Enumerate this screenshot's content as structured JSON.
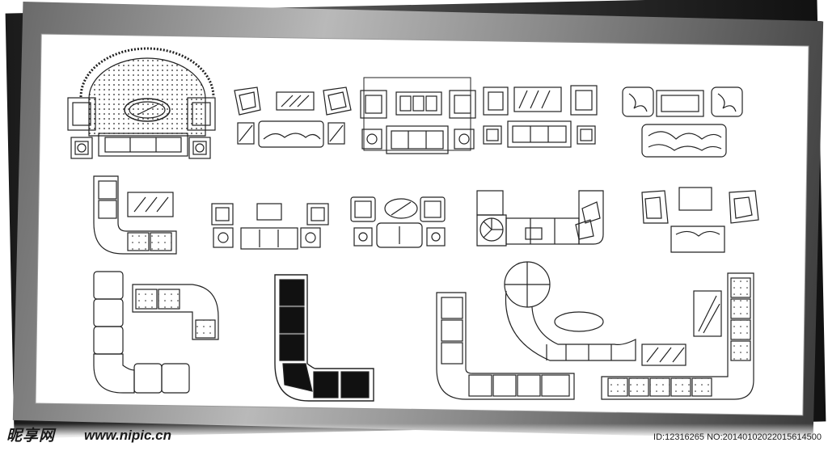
{
  "watermark": {
    "brand": "昵享网",
    "url": "www.nipic.cn",
    "image_id": "ID:12316265 NO:20140102022015614500"
  },
  "colors": {
    "frame_dark": "#1a1a1a",
    "frame_mid": "#8a8a8a",
    "line": "#222222",
    "fill_black": "#111111"
  }
}
